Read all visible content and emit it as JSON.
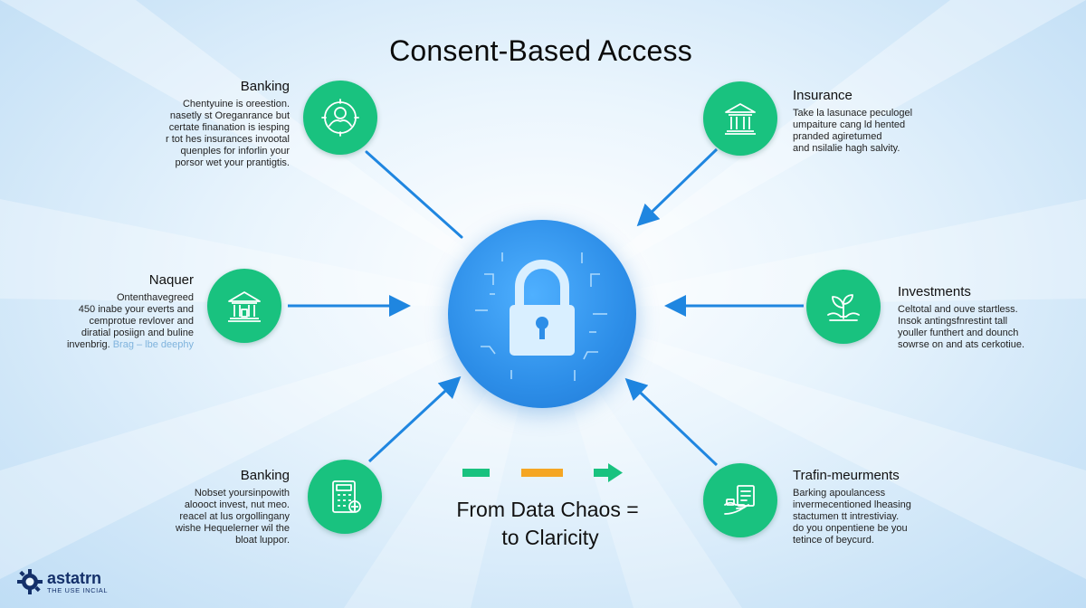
{
  "title": "Consent-Based Access",
  "nodes": [
    {
      "heading": "Banking",
      "lines": [
        "Chentyuine is oreestion.",
        "nasetly st Oreganrance but",
        "certate finanation is iesping",
        "r tot hes insurances invootal",
        "quenples for inforlin your",
        "porsor wet your prantigtis."
      ]
    },
    {
      "heading": "Insurance",
      "lines": [
        "Take la lasunace peculogel",
        "umpaiture cang ld hented",
        "pranded agiretumed",
        "and nsilalie hagh salvity."
      ]
    },
    {
      "heading": "Naquer",
      "lines": [
        "Ontenthavegreed",
        "450 inabe your everts and",
        "cemprotue revlover and",
        "diratial posiign and buline",
        "invenbrig."
      ],
      "faint": "Brag – lbe deephy"
    },
    {
      "heading": "Investments",
      "lines": [
        "Celtotal and ouve startless.",
        "Insok antingsfnrestint tall",
        "youller funthert and dounch",
        "sowrse on and ats cerkotiue."
      ]
    },
    {
      "heading": "Banking",
      "lines": [
        "Nobset yoursinpowith",
        "aloooct invest, nut meo.",
        "reacel at lus orgollingany",
        "wishe Hequelerner wil the",
        "bloat luppor."
      ]
    },
    {
      "heading": "Trafin-meurments",
      "lines": [
        "Barking apoulancess",
        "invermecentioned lheasing",
        "stactumen tt intrestiviay.",
        "do you onpentiene be you",
        "tetince of beycurd."
      ]
    }
  ],
  "caption": [
    "From Data Chaos =",
    "to Claricity"
  ],
  "logo": {
    "name": "astatrn",
    "tagline": "THE USE INCIAL"
  },
  "colors": {
    "node": "#19c27f",
    "hub": "#2d8ee8",
    "arrow": "#1f86e0",
    "legend_green": "#19c27f",
    "legend_orange": "#f5a623",
    "logo": "#14306a"
  },
  "icons": [
    "hands-user-icon",
    "bank-building-icon",
    "bank-building-icon",
    "plant-hands-icon",
    "calculator-icon",
    "hand-document-icon",
    "padlock-icon",
    "gear-logo-icon"
  ]
}
